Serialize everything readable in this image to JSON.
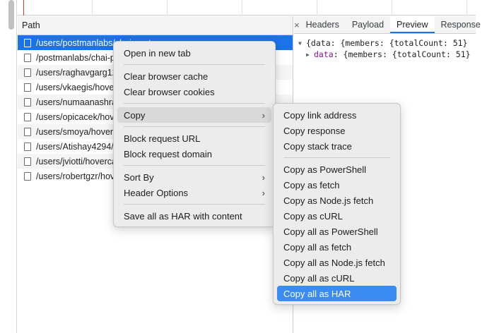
{
  "requests": {
    "column_header": "Path",
    "rows": [
      {
        "path": "/users/postmanlabs/chai-postman"
      },
      {
        "path": "/postmanlabs/chai-postman"
      },
      {
        "path": "/users/raghavgarg1257/hovercard"
      },
      {
        "path": "/users/vkaegis/hovercard"
      },
      {
        "path": "/users/numaanashraf/hovercard"
      },
      {
        "path": "/users/opicacek/hovercard"
      },
      {
        "path": "/users/smoya/hovercard"
      },
      {
        "path": "/users/Atishay4294/hovercard"
      },
      {
        "path": "/users/jviotti/hovercard"
      },
      {
        "path": "/users/robertgzr/hovercard"
      }
    ]
  },
  "details": {
    "close_glyph": "×",
    "tabs": [
      "Headers",
      "Payload",
      "Preview",
      "Response"
    ],
    "active_tab": "Preview",
    "preview": {
      "line1": "{data: {members: {totalCount: 51}",
      "line2_key": "data",
      "line2_rest": ": {members: {totalCount: 51}"
    }
  },
  "context_menu": {
    "items": [
      {
        "label": "Open in new tab"
      },
      {
        "sep": true
      },
      {
        "label": "Clear browser cache"
      },
      {
        "label": "Clear browser cookies"
      },
      {
        "sep": true
      },
      {
        "label": "Copy",
        "submenu": true,
        "hovered": true
      },
      {
        "sep": true
      },
      {
        "label": "Block request URL"
      },
      {
        "label": "Block request domain"
      },
      {
        "sep": true
      },
      {
        "label": "Sort By",
        "submenu": true
      },
      {
        "label": "Header Options",
        "submenu": true
      },
      {
        "sep": true
      },
      {
        "label": "Save all as HAR with content"
      }
    ]
  },
  "copy_submenu": {
    "items": [
      {
        "label": "Copy link address"
      },
      {
        "label": "Copy response"
      },
      {
        "label": "Copy stack trace"
      },
      {
        "sep": true
      },
      {
        "label": "Copy as PowerShell"
      },
      {
        "label": "Copy as fetch"
      },
      {
        "label": "Copy as Node.js fetch"
      },
      {
        "label": "Copy as cURL"
      },
      {
        "label": "Copy all as PowerShell"
      },
      {
        "label": "Copy all as fetch"
      },
      {
        "label": "Copy all as Node.js fetch"
      },
      {
        "label": "Copy all as cURL"
      },
      {
        "label": "Copy all as HAR",
        "highlighted": true
      }
    ]
  },
  "colors": {
    "selection": "#1a73e8",
    "menu_highlight": "#3b8cf2",
    "menu_background": "#ececec"
  }
}
